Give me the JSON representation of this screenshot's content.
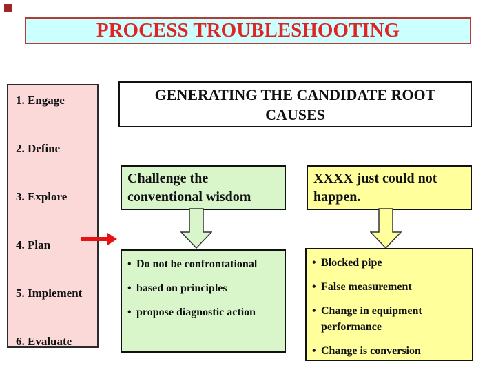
{
  "bullet_char": "•",
  "title": "PROCESS TROUBLESHOOTING",
  "subtitle_lines": [
    "GENERATING THE CANDIDATE ROOT",
    "CAUSES"
  ],
  "steps": [
    "1. Engage",
    "2. Define",
    "3. Explore",
    "4. Plan",
    "5. Implement",
    "6. Evaluate"
  ],
  "challenge": {
    "heading": "Challenge the conventional wisdom",
    "bullets": [
      "Do not be confrontational",
      "based on principles",
      "propose diagnostic action"
    ]
  },
  "hypothesis": {
    "heading": "XXXX just could not happen.",
    "bullets": [
      "Blocked pipe",
      "False measurement",
      "Change in equipment performance",
      "Change is conversion"
    ]
  },
  "colors": {
    "background": "#FFFFFF",
    "title_text": "#DF2423",
    "title_bg": "#CCFFFF",
    "title_border": "#B43C35",
    "steps_bg": "#FBD9D9",
    "green_bg": "#D9F6CB",
    "yellow_bg": "#FFFF9C",
    "arrow_red": "#E91212",
    "text": "#111111",
    "corner_marker": "#A02626"
  }
}
